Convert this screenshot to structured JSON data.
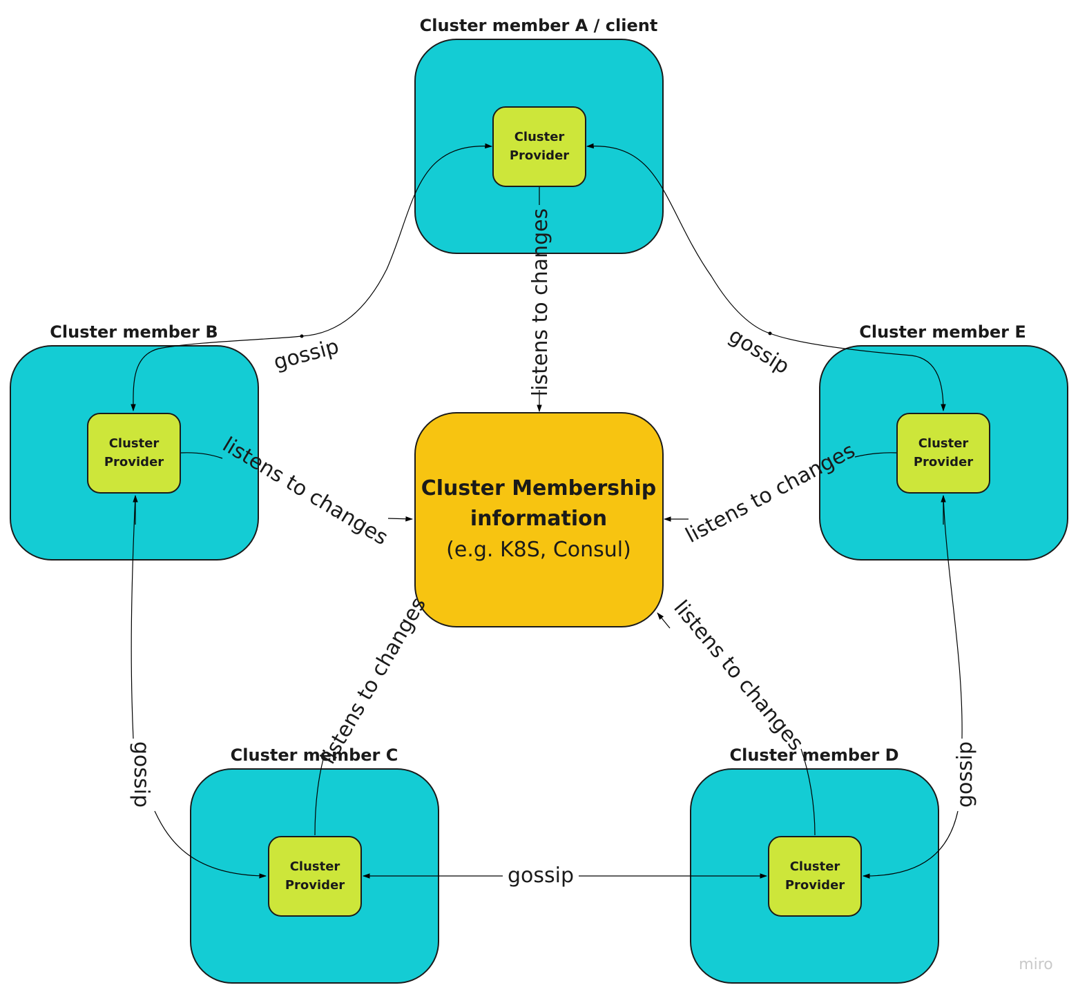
{
  "colors": {
    "member_fill": "#14ccd4",
    "provider_fill": "#cde63a",
    "central_fill": "#f7c411",
    "stroke": "#1a1a1a"
  },
  "members": {
    "a": {
      "title": "Cluster member A / client",
      "provider_line1": "Cluster",
      "provider_line2": "Provider"
    },
    "b": {
      "title": "Cluster member B",
      "provider_line1": "Cluster",
      "provider_line2": "Provider"
    },
    "c": {
      "title": "Cluster member C",
      "provider_line1": "Cluster",
      "provider_line2": "Provider"
    },
    "d": {
      "title": "Cluster member D",
      "provider_line1": "Cluster",
      "provider_line2": "Provider"
    },
    "e": {
      "title": "Cluster member E",
      "provider_line1": "Cluster",
      "provider_line2": "Provider"
    }
  },
  "central": {
    "title_line1": "Cluster Membership",
    "title_line2": "information",
    "subtitle": "(e.g. K8S, Consul)"
  },
  "edges": {
    "listen_a": "listens to changes",
    "listen_b": "listens to changes",
    "listen_c": "listens to changes",
    "listen_d": "listens to changes",
    "listen_e": "listens to changes",
    "gossip_ab": "gossip",
    "gossip_ae": "gossip",
    "gossip_bc": "gossip",
    "gossip_cd": "gossip",
    "gossip_de": "gossip"
  },
  "watermark": "miro"
}
